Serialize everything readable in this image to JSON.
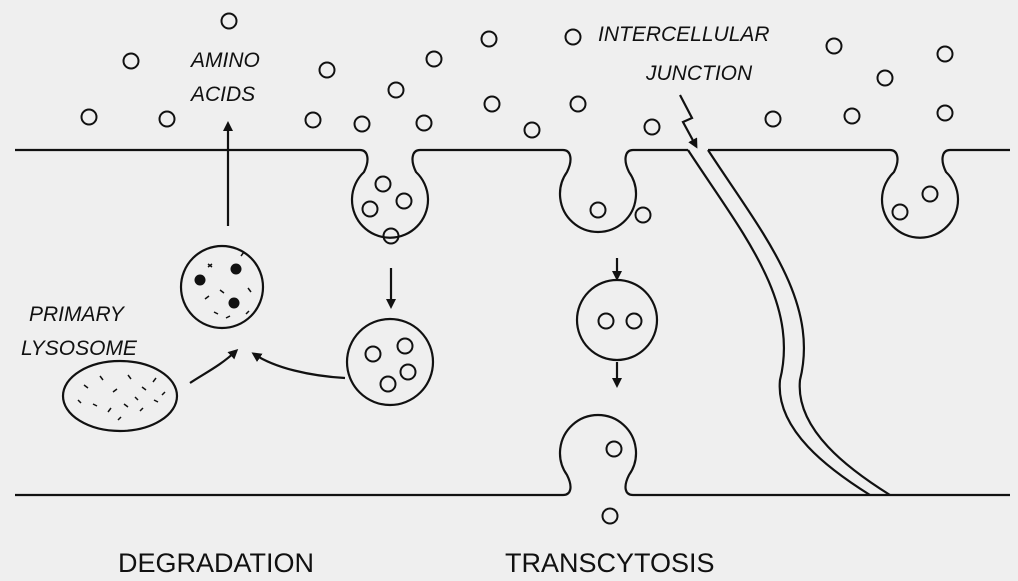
{
  "labels": {
    "amino_line1": "AMINO",
    "amino_line2": "ACIDS",
    "junction_line1": "INTERCELLULAR",
    "junction_line2": "JUNCTION",
    "lysosome_line1": "PRIMARY",
    "lysosome_line2": "LYSOSOME",
    "degradation": "DEGRADATION",
    "transcytosis": "TRANSCYTOSIS"
  },
  "colors": {
    "background": "#efefef",
    "ink": "#111111"
  }
}
